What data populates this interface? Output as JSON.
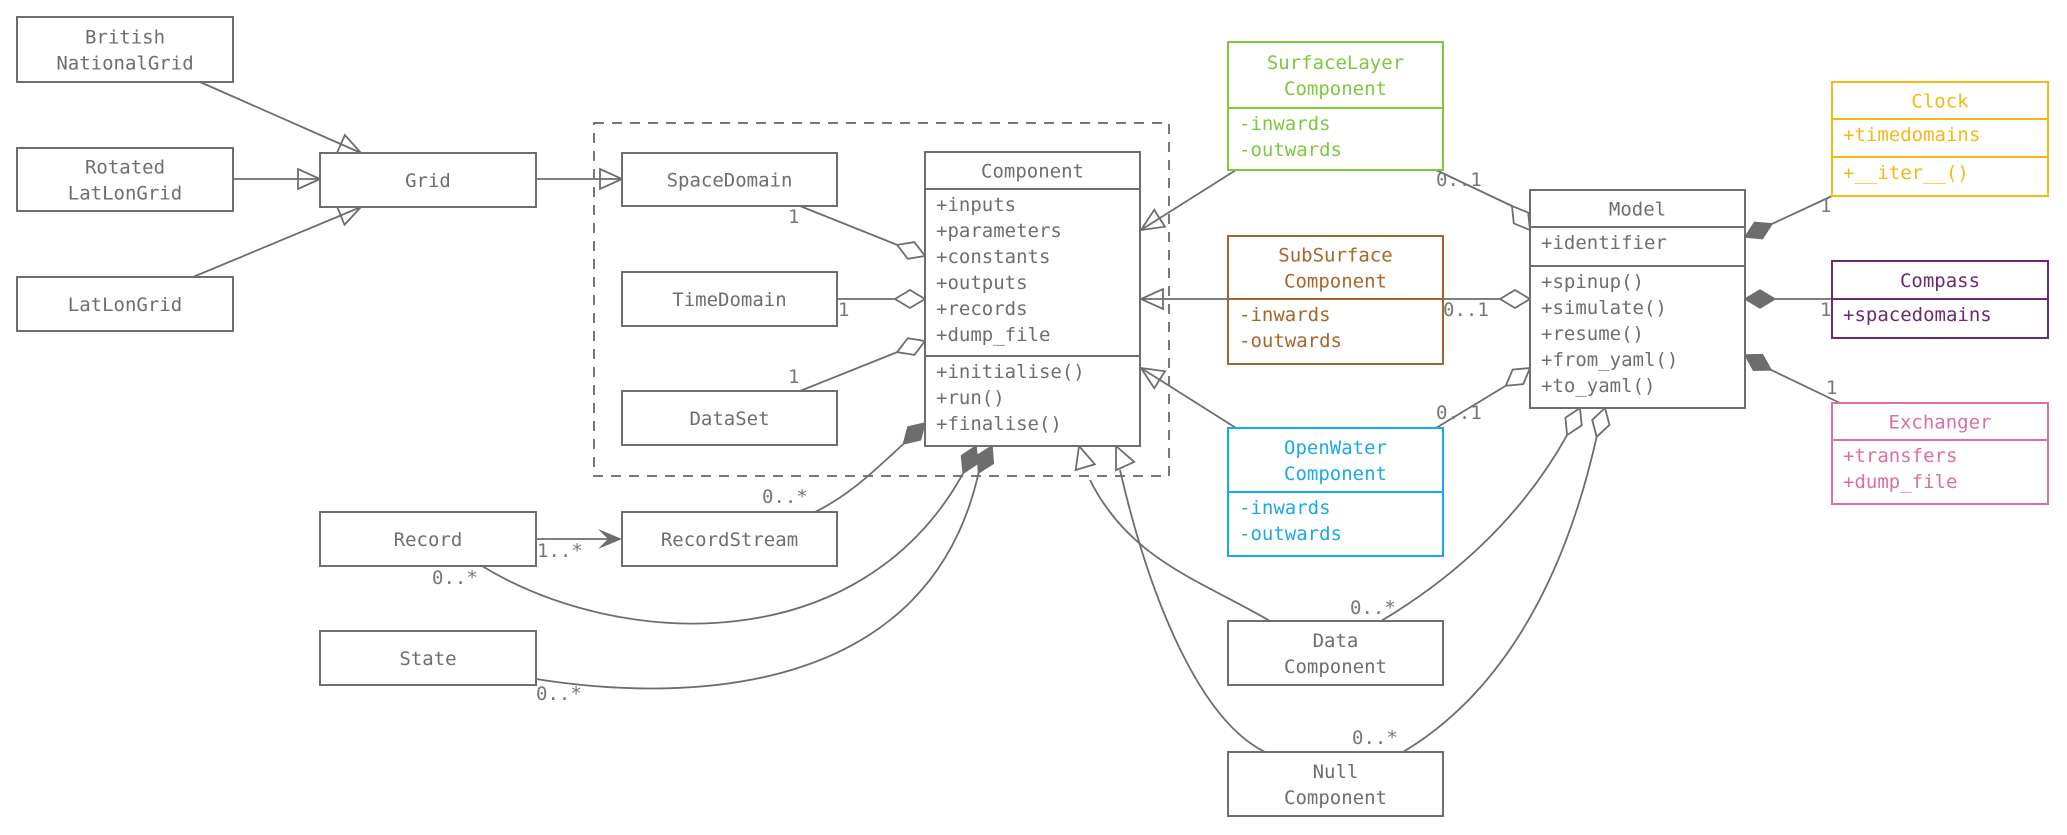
{
  "diagram": {
    "type": "UML class diagram",
    "colors": {
      "default": "#6e6e6e",
      "surfacelayer": "#7ec83c",
      "subsurface": "#a8652a",
      "openwater": "#1aa9e8",
      "clock": "#f5b914",
      "compass": "#6b2a6b",
      "exchanger": "#d96fa6"
    },
    "classes": {
      "british_national_grid": {
        "name": [
          "British",
          "NationalGrid"
        ],
        "attributes": [],
        "methods": [],
        "color": "default"
      },
      "rotated_latlon_grid": {
        "name": [
          "Rotated",
          "LatLonGrid"
        ],
        "attributes": [],
        "methods": [],
        "color": "default"
      },
      "latlon_grid": {
        "name": [
          "LatLonGrid"
        ],
        "attributes": [],
        "methods": [],
        "color": "default"
      },
      "grid": {
        "name": [
          "Grid"
        ],
        "attributes": [],
        "methods": [],
        "color": "default"
      },
      "space_domain": {
        "name": [
          "SpaceDomain"
        ],
        "attributes": [],
        "methods": [],
        "color": "default"
      },
      "time_domain": {
        "name": [
          "TimeDomain"
        ],
        "attributes": [],
        "methods": [],
        "color": "default"
      },
      "dataset": {
        "name": [
          "DataSet"
        ],
        "attributes": [],
        "methods": [],
        "color": "default"
      },
      "component": {
        "name": [
          "Component"
        ],
        "attributes": [
          "+inputs",
          "+parameters",
          "+constants",
          "+outputs",
          "+records",
          "+dump_file"
        ],
        "methods": [
          "+initialise()",
          "+run()",
          "+finalise()"
        ],
        "color": "default"
      },
      "record": {
        "name": [
          "Record"
        ],
        "attributes": [],
        "methods": [],
        "color": "default"
      },
      "record_stream": {
        "name": [
          "RecordStream"
        ],
        "attributes": [],
        "methods": [],
        "color": "default"
      },
      "state": {
        "name": [
          "State"
        ],
        "attributes": [],
        "methods": [],
        "color": "default"
      },
      "surfacelayer_component": {
        "name": [
          "SurfaceLayer",
          "Component"
        ],
        "attributes": [
          "-inwards",
          "-outwards"
        ],
        "methods": [],
        "color": "surfacelayer"
      },
      "subsurface_component": {
        "name": [
          "SubSurface",
          "Component"
        ],
        "attributes": [
          "-inwards",
          "-outwards"
        ],
        "methods": [],
        "color": "subsurface"
      },
      "openwater_component": {
        "name": [
          "OpenWater",
          "Component"
        ],
        "attributes": [
          "-inwards",
          "-outwards"
        ],
        "methods": [],
        "color": "openwater"
      },
      "data_component": {
        "name": [
          "Data",
          "Component"
        ],
        "attributes": [],
        "methods": [],
        "color": "default"
      },
      "null_component": {
        "name": [
          "Null",
          "Component"
        ],
        "attributes": [],
        "methods": [],
        "color": "default"
      },
      "model": {
        "name": [
          "Model"
        ],
        "attributes": [
          "+identifier"
        ],
        "methods": [
          "+spinup()",
          "+simulate()",
          "+resume()",
          "+from_yaml()",
          "+to_yaml()"
        ],
        "color": "default"
      },
      "clock": {
        "name": [
          "Clock"
        ],
        "attributes": [
          "+timedomains"
        ],
        "methods": [
          "+__iter__()"
        ],
        "color": "clock"
      },
      "compass": {
        "name": [
          "Compass"
        ],
        "attributes": [
          "+spacedomains"
        ],
        "methods": [],
        "color": "compass"
      },
      "exchanger": {
        "name": [
          "Exchanger"
        ],
        "attributes": [
          "+transfers",
          "+dump_file"
        ],
        "methods": [],
        "color": "exchanger"
      }
    },
    "relations": [
      {
        "from": "british_national_grid",
        "to": "grid",
        "kind": "generalization"
      },
      {
        "from": "rotated_latlon_grid",
        "to": "grid",
        "kind": "generalization"
      },
      {
        "from": "latlon_grid",
        "to": "grid",
        "kind": "generalization"
      },
      {
        "from": "grid",
        "to": "space_domain",
        "kind": "generalization"
      },
      {
        "from": "space_domain",
        "to": "component",
        "kind": "aggregation",
        "multiplicity": "1"
      },
      {
        "from": "time_domain",
        "to": "component",
        "kind": "aggregation",
        "multiplicity": "1"
      },
      {
        "from": "dataset",
        "to": "component",
        "kind": "aggregation",
        "multiplicity": "1"
      },
      {
        "from": "record",
        "to": "record_stream",
        "kind": "association",
        "multiplicity": "1..*"
      },
      {
        "from": "record_stream",
        "to": "component",
        "kind": "composition",
        "multiplicity": "0..*"
      },
      {
        "from": "record",
        "to": "component",
        "kind": "composition",
        "multiplicity": "0..*"
      },
      {
        "from": "state",
        "to": "component",
        "kind": "composition",
        "multiplicity": "0..*"
      },
      {
        "from": "surfacelayer_component",
        "to": "component",
        "kind": "generalization"
      },
      {
        "from": "subsurface_component",
        "to": "component",
        "kind": "generalization"
      },
      {
        "from": "openwater_component",
        "to": "component",
        "kind": "generalization"
      },
      {
        "from": "data_component",
        "to": "component",
        "kind": "generalization"
      },
      {
        "from": "null_component",
        "to": "component",
        "kind": "generalization"
      },
      {
        "from": "surfacelayer_component",
        "to": "model",
        "kind": "aggregation",
        "multiplicity": "0..1"
      },
      {
        "from": "subsurface_component",
        "to": "model",
        "kind": "aggregation",
        "multiplicity": "0..1"
      },
      {
        "from": "openwater_component",
        "to": "model",
        "kind": "aggregation",
        "multiplicity": "0..1"
      },
      {
        "from": "data_component",
        "to": "model",
        "kind": "aggregation",
        "multiplicity": "0..*"
      },
      {
        "from": "null_component",
        "to": "model",
        "kind": "aggregation",
        "multiplicity": "0..*"
      },
      {
        "from": "clock",
        "to": "model",
        "kind": "composition",
        "multiplicity": "1"
      },
      {
        "from": "compass",
        "to": "model",
        "kind": "composition",
        "multiplicity": "1"
      },
      {
        "from": "exchanger",
        "to": "model",
        "kind": "composition",
        "multiplicity": "1"
      }
    ]
  }
}
